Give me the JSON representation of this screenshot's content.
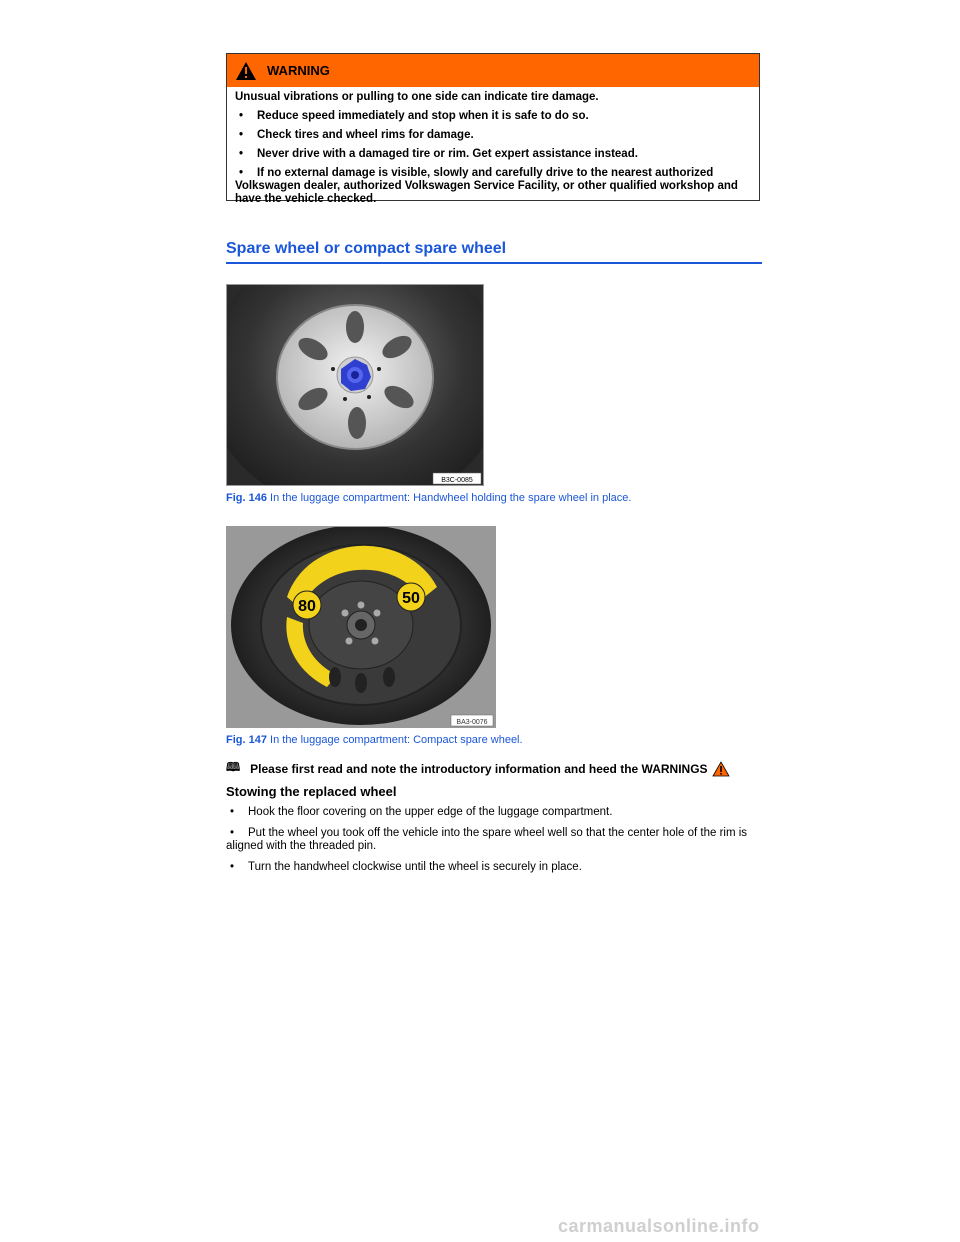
{
  "warning": {
    "title": "WARNING",
    "intro": "Unusual vibrations or pulling to one side can indicate tire damage.",
    "items": [
      "Reduce speed immediately and stop when it is safe to do so.",
      "Check tires and wheel rims for damage.",
      "Never drive with a damaged tire or rim. Get expert assistance instead.",
      "If no external damage is visible, slowly and carefully drive to the nearest authorized Volkswagen dealer, authorized Volkswagen Service Facility, or other qualified workshop and have the vehicle checked."
    ]
  },
  "section": {
    "title": "Spare wheel or compact spare wheel"
  },
  "figures": [
    {
      "number": "Fig. 146",
      "caption": "In the luggage compartment: Handwheel holding the spare wheel in place.",
      "code": "B3C-0085"
    },
    {
      "number": "Fig. 147",
      "caption": "In the luggage compartment: Compact spare wheel.",
      "code": "BA3-0076",
      "label_left": "80",
      "label_right": "50"
    }
  ],
  "intro_note": {
    "book_symbol": "🕮",
    "text": "Please first read and note the introductory information and heed the WARNINGS"
  },
  "stowing": {
    "title": "Stowing the replaced wheel",
    "items": [
      "Hook the floor covering on the upper edge of the luggage compartment.",
      "Put the wheel you took off the vehicle into the spare wheel well so that the center hole of the rim is aligned with the threaded pin.",
      "Turn the handwheel clockwise until the wheel is securely in place."
    ]
  },
  "watermark": "carmanualsonline.info",
  "colors": {
    "warning_header": "#ff6600",
    "accent_blue": "#1a56d8",
    "handwheel_blue": "#2f3fd0",
    "label_yellow": "#f2d21a"
  }
}
